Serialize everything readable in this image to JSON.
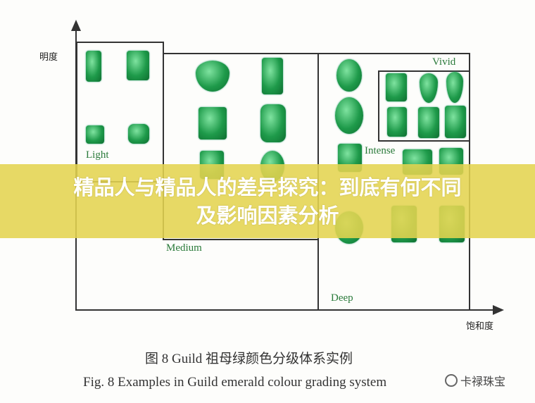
{
  "axes": {
    "y_label": "明度",
    "x_label": "饱和度"
  },
  "zones": {
    "light": "Light",
    "medium": "Medium",
    "intense": "Intense",
    "vivid": "Vivid",
    "deep": "Deep"
  },
  "banner": {
    "line1": "精品人与精品人的差异探究：到底有何不同",
    "line2": "及影响因素分析"
  },
  "caption": {
    "cn": "图 8   Guild 祖母绿颜色分级体系实例",
    "en": "Fig. 8   Examples in Guild emerald colour grading system"
  },
  "watermark": {
    "text": "卡禄珠宝",
    "icon": "wechat-icon"
  },
  "colors": {
    "banner": "#e4d450",
    "gem": "#1e9a4a",
    "zone_label": "#2a7a3a"
  }
}
